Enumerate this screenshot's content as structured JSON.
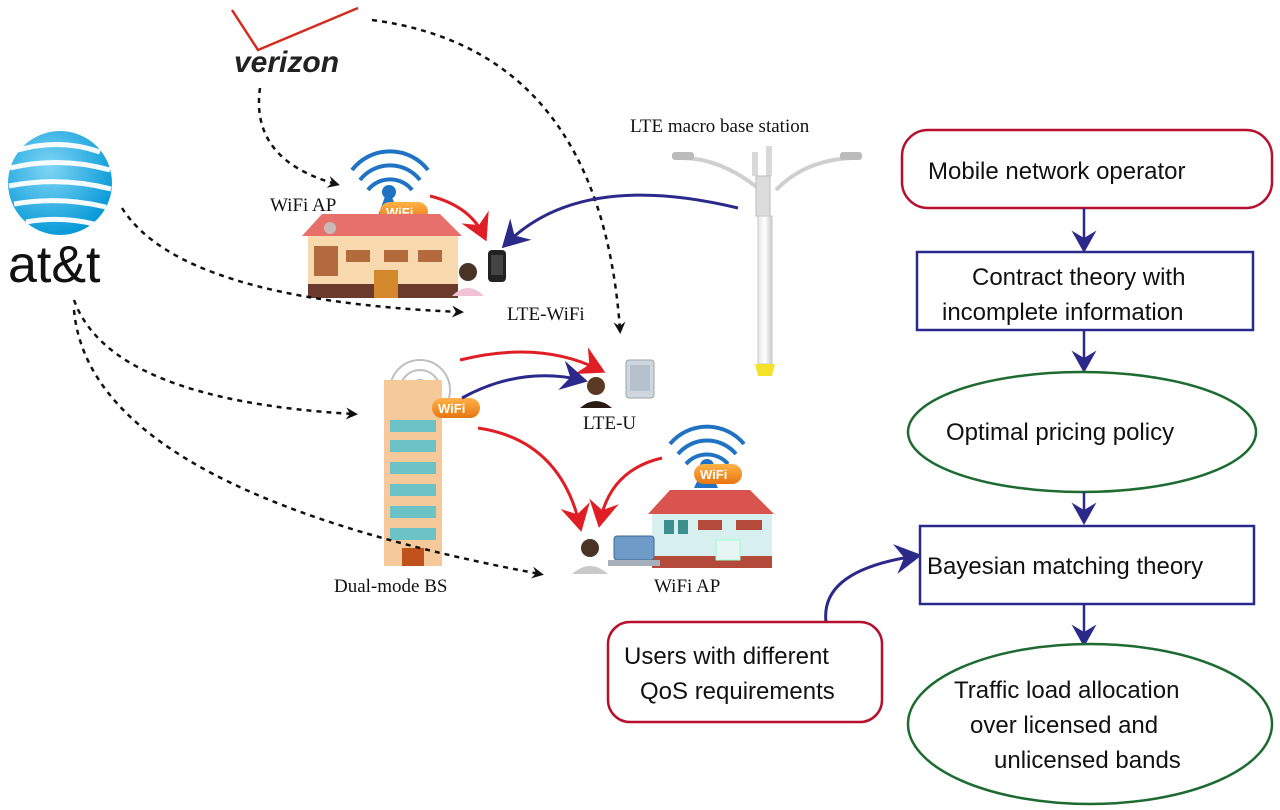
{
  "logos": {
    "verizon": "verizon",
    "att": "at&t"
  },
  "labels": {
    "lte_macro": "LTE macro base station",
    "wifi_ap_top": "WiFi AP",
    "lte_wifi": "LTE-WiFi",
    "lte_u": "LTE-U",
    "dual_mode": "Dual-mode BS",
    "wifi_ap_bottom": "WiFi AP",
    "wifi_badge": "WiFi"
  },
  "flow": {
    "mno": "Mobile network operator",
    "contract_line1": "Contract theory with",
    "contract_line2": "incomplete information",
    "pricing": "Optimal pricing policy",
    "bayesian": "Bayesian matching theory",
    "users_line1": "Users with different",
    "users_line2": "QoS requirements",
    "traffic_line1": "Traffic load allocation",
    "traffic_line2": "over licensed and",
    "traffic_line3": "unlicensed bands"
  },
  "colors": {
    "red_border": "#b5112e",
    "blue_border": "#2a2a8c",
    "green_border": "#1e6b32",
    "arrow_red": "#e01e25",
    "arrow_blue": "#2b2a8a",
    "verizon_red": "#d52b1e",
    "att_blue": "#00a8e0"
  },
  "icons": [
    "verizon-logo",
    "att-globe-logo",
    "lte-tower-icon",
    "wifi-house-icon",
    "wifi-tower-building-icon",
    "user-phone-icon",
    "user-tablet-icon",
    "user-laptop-icon"
  ]
}
